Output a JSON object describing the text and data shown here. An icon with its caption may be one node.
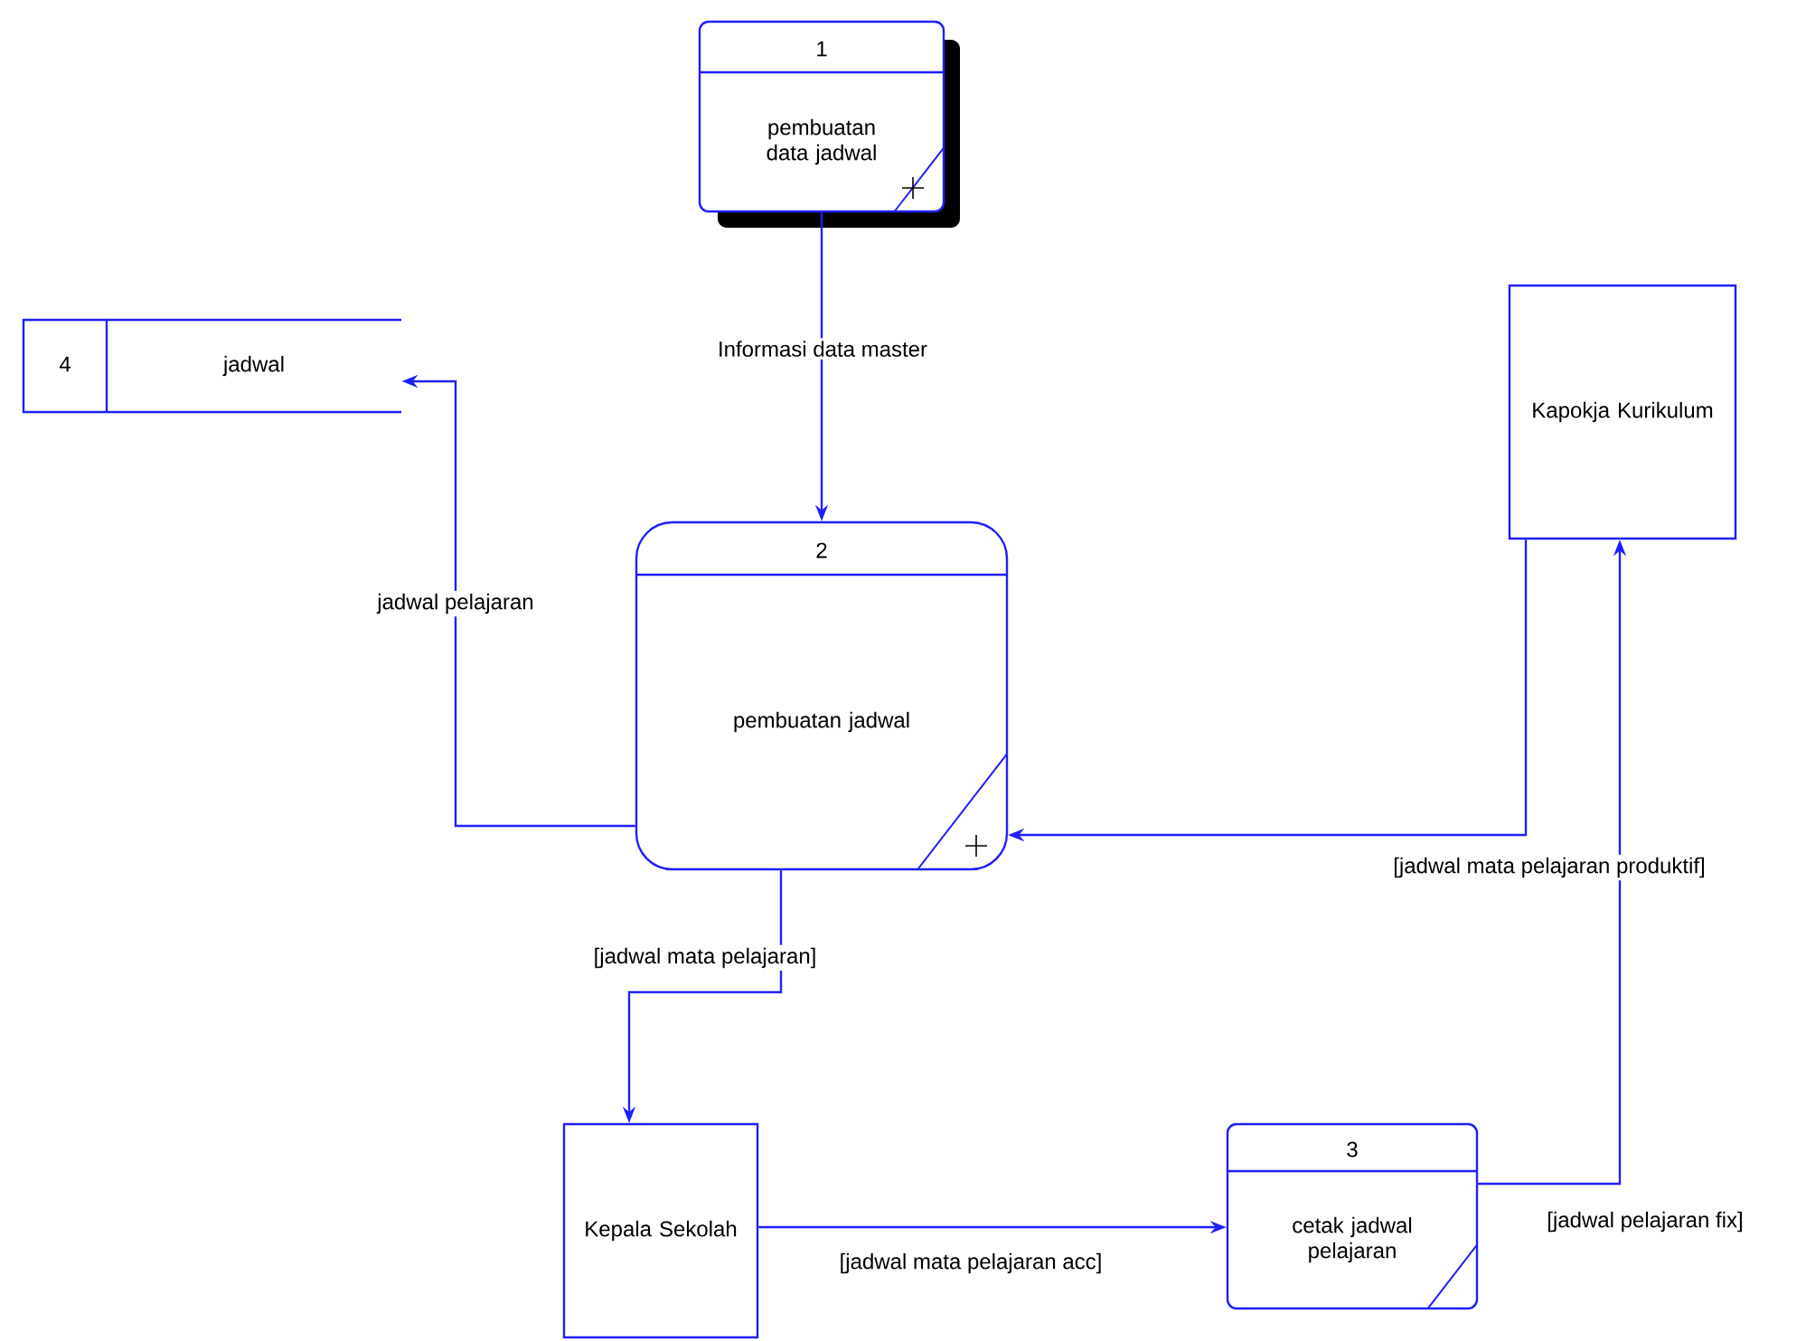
{
  "diagram": {
    "nodes": [
      {
        "text": [
          "1",
          "pembuatan data jadwal"
        ]
      },
      {
        "text": [
          "4",
          "jadwal"
        ]
      },
      {
        "text": [
          "Kapokja Kurikulum"
        ]
      },
      {
        "text": [
          "2",
          "pembuatan jadwal"
        ]
      },
      {
        "text": [
          "Kepala Sekolah"
        ]
      },
      {
        "text": [
          "3",
          "cetak jadwal pelajaran"
        ]
      }
    ],
    "edges": [
      {
        "from": 0,
        "to": 3,
        "arrow": "to",
        "label": "Informasi data master"
      },
      {
        "from": 3,
        "to": 1,
        "arrow": "to",
        "label": "jadwal pelajaran"
      },
      {
        "from": 2,
        "to": 3,
        "arrow": "to",
        "label": "[jadwal mata pelajaran produktif]"
      },
      {
        "from": 3,
        "to": 4,
        "arrow": "to",
        "label": "[jadwal mata pelajaran]"
      },
      {
        "from": 4,
        "to": 5,
        "arrow": "to",
        "label": "[jadwal mata pelajaran acc]"
      },
      {
        "from": 5,
        "to": 2,
        "arrow": "to",
        "label": "[jadwal pelajaran fix]"
      }
    ]
  }
}
